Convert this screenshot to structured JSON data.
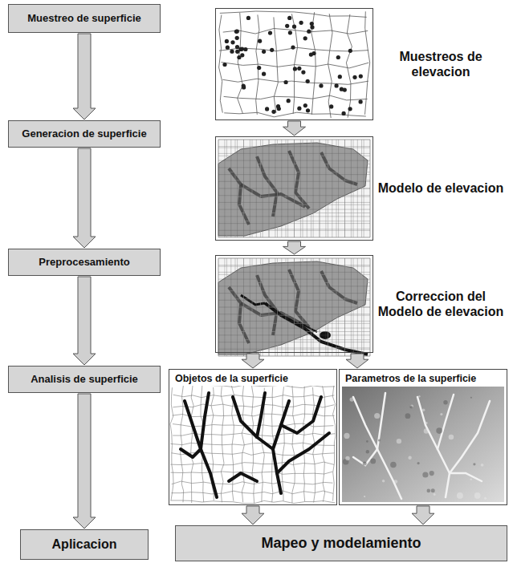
{
  "diagram": {
    "nodes": [
      {
        "text": [
          "Muestreo de superficie"
        ]
      },
      {
        "text": [
          "Generacion de superficie"
        ]
      },
      {
        "text": [
          "Preprocesamiento"
        ]
      },
      {
        "text": [
          "Analisis de superficie"
        ]
      },
      {
        "text": [
          "Aplicacion"
        ]
      },
      {
        "text": [
          "Muestreos de elevacion"
        ]
      },
      {
        "text": [
          "Modelo de elevacion"
        ]
      },
      {
        "text": [
          "Correccion del Modelo de elevacion"
        ]
      },
      {
        "text": [
          "Objetos de la superficie"
        ]
      },
      {
        "text": [
          "Parametros de la superficie"
        ]
      },
      {
        "text": [
          "Mapeo y modelamiento"
        ]
      }
    ],
    "edges": [
      {
        "from": 0,
        "to": 1,
        "arrow": "to"
      },
      {
        "from": 1,
        "to": 2,
        "arrow": "to"
      },
      {
        "from": 2,
        "to": 3,
        "arrow": "to"
      },
      {
        "from": 3,
        "to": 4,
        "arrow": "to"
      },
      {
        "from": 5,
        "to": 6,
        "arrow": "to"
      },
      {
        "from": 6,
        "to": 7,
        "arrow": "to"
      },
      {
        "from": 7,
        "to": 8,
        "arrow": "to"
      },
      {
        "from": 7,
        "to": 9,
        "arrow": "to"
      },
      {
        "from": 8,
        "to": 10,
        "arrow": "to"
      },
      {
        "from": 9,
        "to": 10,
        "arrow": "to"
      }
    ]
  }
}
